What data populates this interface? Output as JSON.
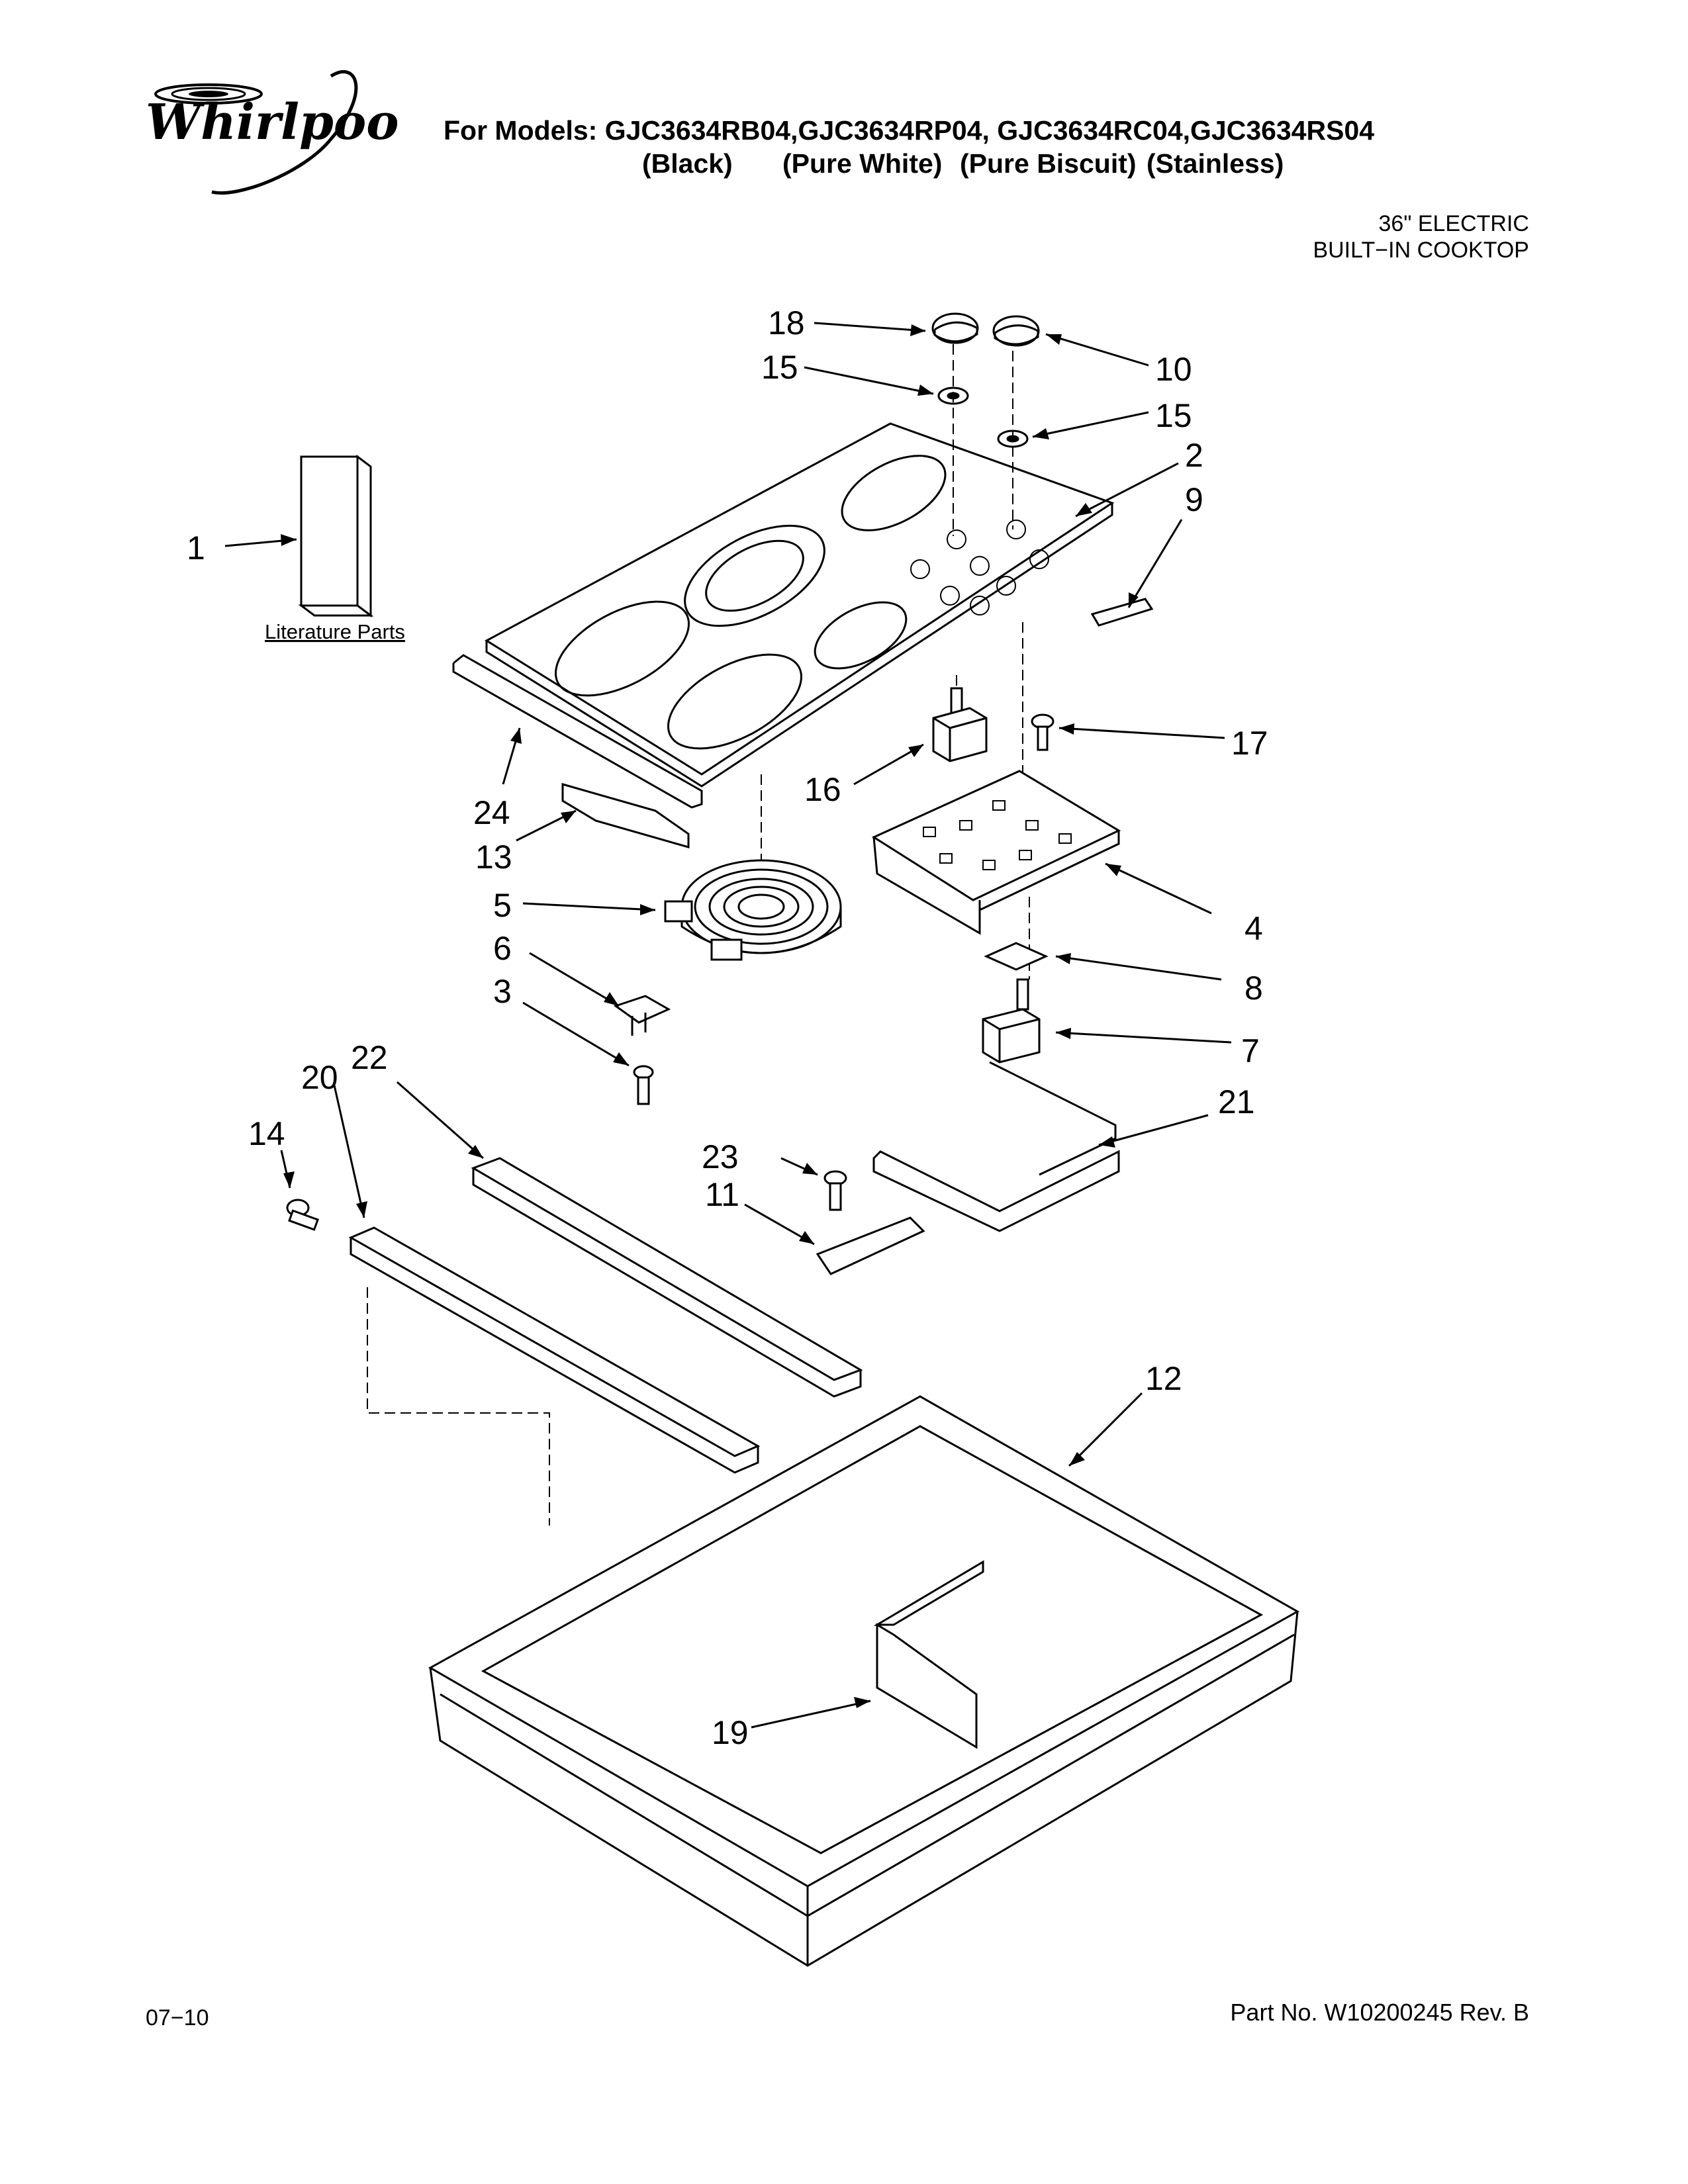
{
  "header": {
    "brand": "Whirlpool",
    "models_line": "For Models: GJC3634RB04,GJC3634RP04, GJC3634RC04,GJC3634RS04",
    "colors": [
      "(Black)",
      "(Pure White)",
      "(Pure Biscuit)",
      "(Stainless)"
    ]
  },
  "product_type": [
    "36\" ELECTRIC",
    "BUILT−IN COOKTOP"
  ],
  "literature_label": "Literature Parts",
  "callouts": [
    "18",
    "15",
    "10",
    "15",
    "2",
    "9",
    "1",
    "17",
    "24",
    "16",
    "13",
    "5",
    "4",
    "6",
    "8",
    "3",
    "7",
    "22",
    "21",
    "20",
    "14",
    "23",
    "11",
    "12",
    "19"
  ],
  "footer": {
    "date": "07−10",
    "part_no": "Part No. W10200245 Rev. B"
  }
}
